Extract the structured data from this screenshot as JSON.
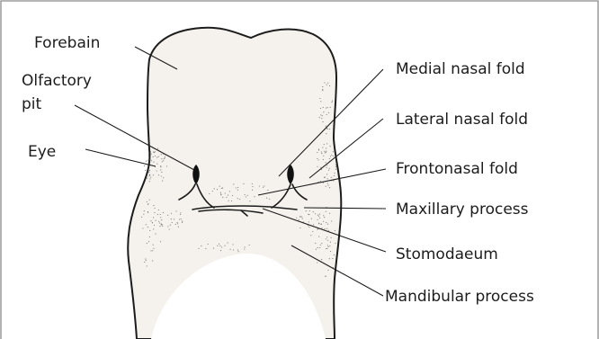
{
  "labels": {
    "forebrain": "Forebain",
    "olfactory_pit_line1": "Olfactory",
    "olfactory_pit_line2": "pit",
    "eye": "Eye",
    "medial_nasal_fold": "Medial nasal fold",
    "lateral_nasal_fold": "Lateral nasal fold",
    "frontonasal_fold": "Frontonasal fold",
    "maxillary_process": "Maxillary process",
    "stomodaeum": "Stomodaeum",
    "mandibular_process": "Mandibular process"
  },
  "colors": {
    "tissue_fill": "#f5f1ec",
    "ink": "#1c1c1c",
    "border": "#8a8a8a"
  }
}
